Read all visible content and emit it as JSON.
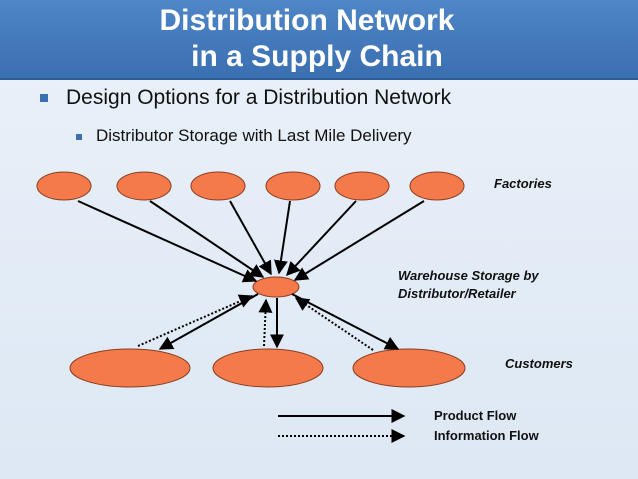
{
  "slide": {
    "title_line1": "Distribution Network",
    "title_line2": "in a Supply Chain",
    "bullet1": "Design Options for a Distribution Network",
    "bullet2": "Distributor Storage with Last Mile Delivery"
  },
  "diagram": {
    "labels": {
      "factories": "Factories",
      "warehouse_line1": "Warehouse Storage by",
      "warehouse_line2": "Distributor/Retailer",
      "customers": "Customers"
    },
    "legend": {
      "product_flow": "Product Flow",
      "information_flow": "Information Flow"
    },
    "node_color": "#f47a4b",
    "node_stroke": "#8a3e20"
  }
}
